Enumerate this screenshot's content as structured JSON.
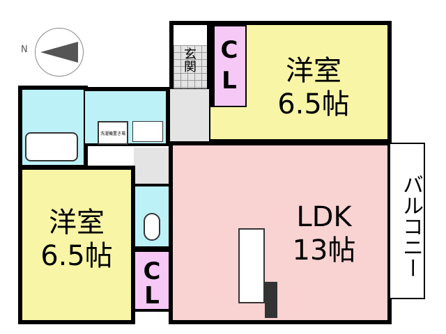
{
  "compass": {
    "north_label": "N"
  },
  "rooms": {
    "western_room_1": {
      "name": "洋室",
      "size": "6.5帖"
    },
    "western_room_2": {
      "name": "洋室",
      "size": "6.5帖"
    },
    "ldk": {
      "name": "LDK",
      "size": "13帖"
    },
    "closet_top": {
      "line1": "C",
      "line2": "L"
    },
    "closet_bottom": {
      "line1": "C",
      "line2": "L"
    },
    "entrance": {
      "name": "玄関"
    },
    "washer": {
      "label": "洗濯機置き場"
    },
    "balcony": {
      "name": "バルコニー"
    }
  }
}
